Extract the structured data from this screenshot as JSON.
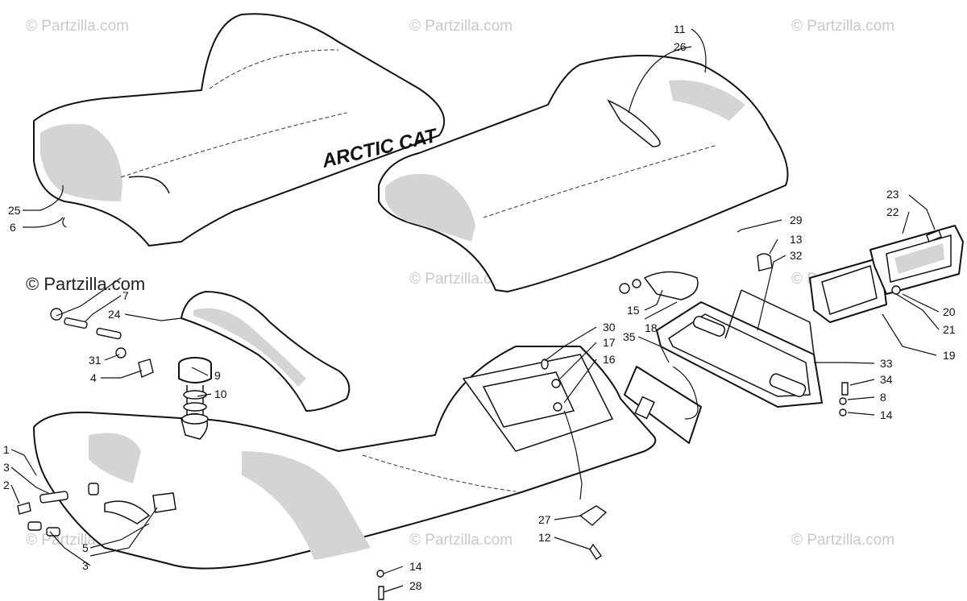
{
  "watermarks": {
    "site": "© Partzilla.com",
    "prominent": "© Partzilla.com"
  },
  "brand_text": "ARCTIC CAT",
  "callouts": {
    "c1": "1",
    "c2": "2",
    "c3a": "3",
    "c3b": "3",
    "c4": "4",
    "c5": "5",
    "c6": "6",
    "c7": "7",
    "c8": "8",
    "c9": "9",
    "c10": "10",
    "c11": "11",
    "c12": "12",
    "c13": "13",
    "c14a": "14",
    "c14b": "14",
    "c15": "15",
    "c16": "16",
    "c17": "17",
    "c18": "18",
    "c19": "19",
    "c20": "20",
    "c21": "21",
    "c22": "22",
    "c23": "23",
    "c24": "24",
    "c25": "25",
    "c26": "26",
    "c27": "27",
    "c28": "28",
    "c29": "29",
    "c30": "30",
    "c31": "31",
    "c32": "32",
    "c33": "33",
    "c34": "34",
    "c35": "35"
  }
}
